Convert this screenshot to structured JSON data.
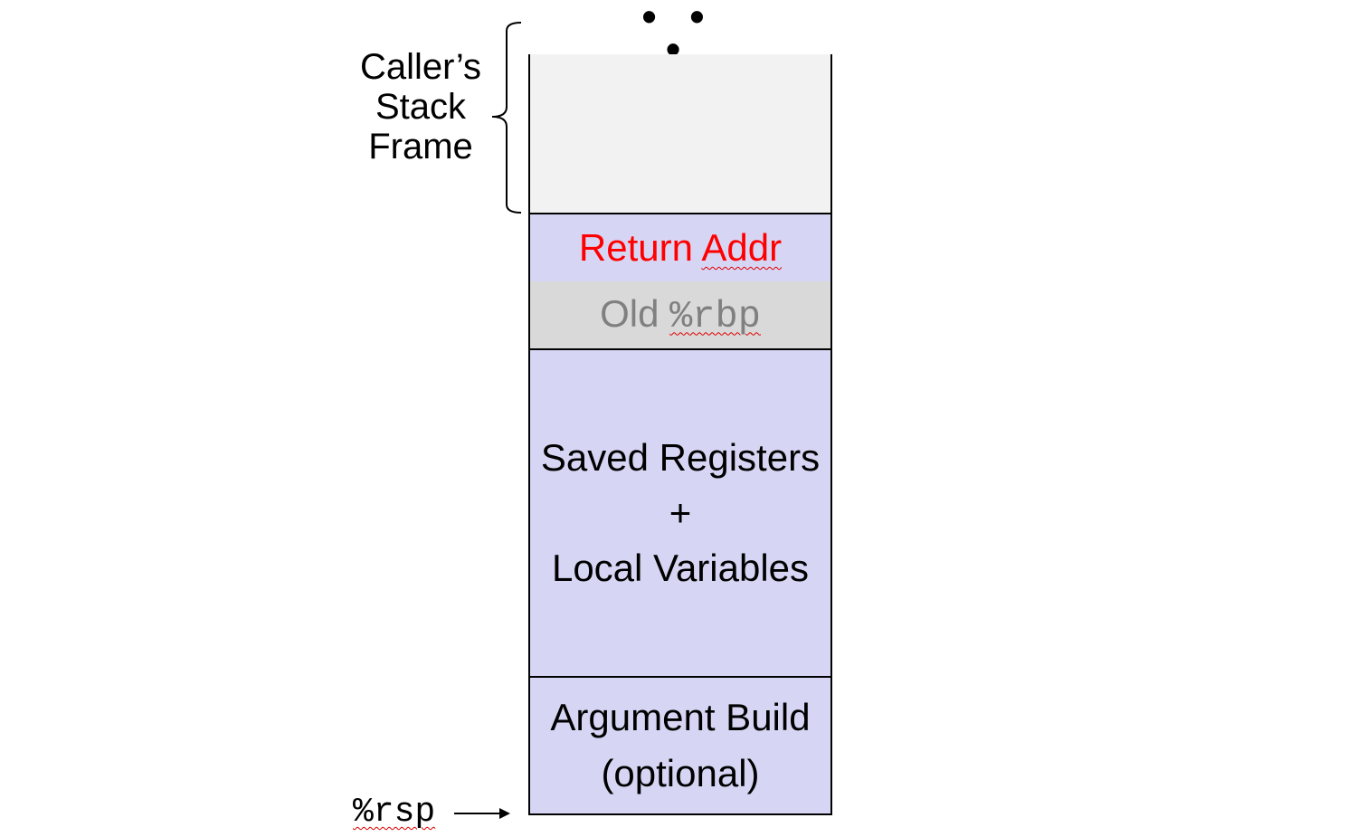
{
  "ellipsis": "• • •",
  "caller_frame": {
    "label_lines": [
      "Caller’s",
      "Stack",
      "Frame"
    ]
  },
  "stack": {
    "return_addr": {
      "prefix": "Return ",
      "word": "Addr"
    },
    "old_rbp": {
      "prefix": "Old ",
      "register": "%rbp"
    },
    "saved_registers": {
      "line1": "Saved Registers",
      "line2": "+",
      "line3": "Local Variables"
    },
    "argument_build": {
      "line1": "Argument Build",
      "line2": "(optional)"
    }
  },
  "stack_pointer": {
    "label": "%rsp"
  },
  "colors": {
    "frame_fill": "#d6d6f4",
    "caller_fill": "#f2f2f2",
    "old_rbp_fill": "#d9d9d9",
    "return_addr_text": "#ff0000",
    "old_rbp_text": "#808080"
  }
}
